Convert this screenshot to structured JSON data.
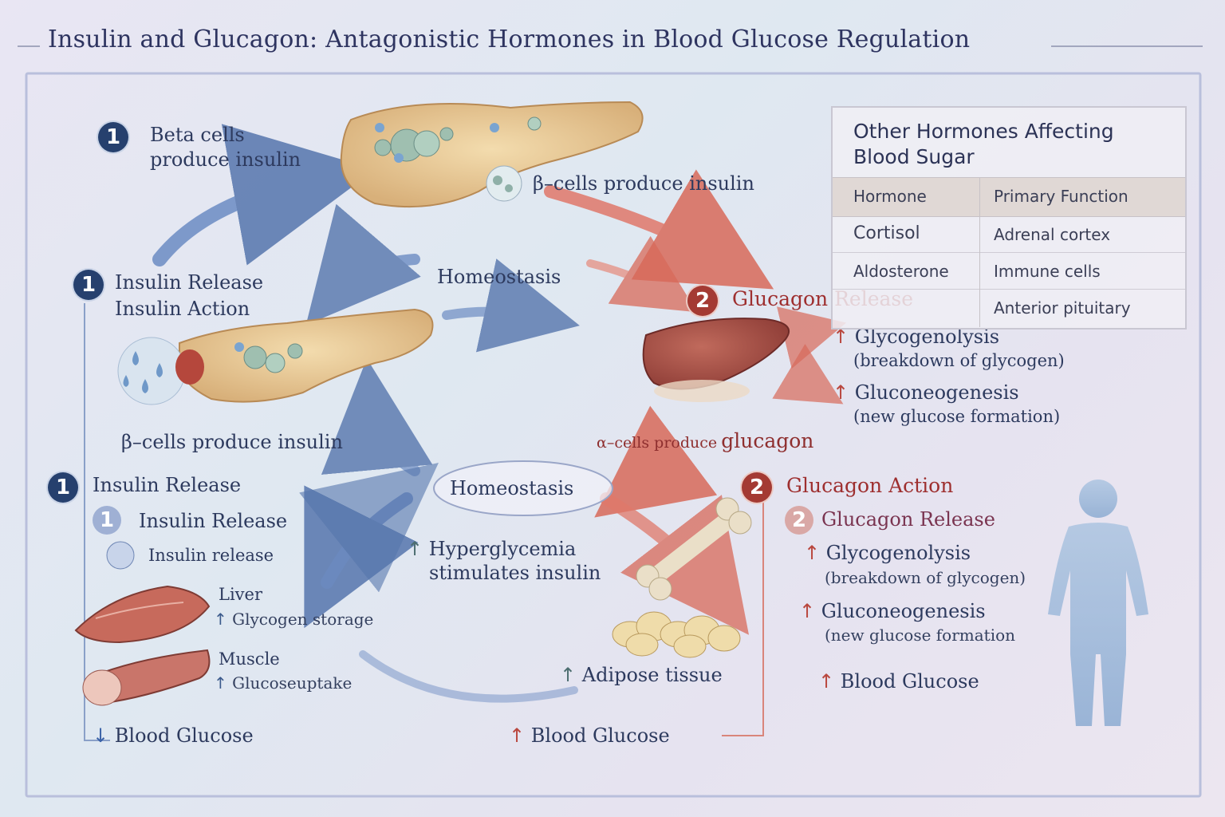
{
  "title": "Insulin and Glucagon: Antagonistic Hormones in Blood Glucose Regulation",
  "top_left": {
    "badge": "1",
    "line1": "Beta cells",
    "line2": "produce insulin"
  },
  "top_pancreas_label": "β–cells produce insulin",
  "homeostasis_top": "Homeostasis",
  "insulin_release_block": {
    "badge": "1",
    "line1": "Insulin Release",
    "line2": "Insulin Action"
  },
  "mid_pancreas_label": "β–cells produce insulin",
  "glucagon_release": {
    "badge": "2",
    "label": "Glucagon Release"
  },
  "liver_effects": [
    {
      "arrow": "↑",
      "name": "Glycogenolysis",
      "desc": "(breakdown of glycogen)"
    },
    {
      "arrow": "↑",
      "name": "Gluconeogenesis",
      "desc": "(new glucose formation)"
    }
  ],
  "alpha_cells_label": {
    "prefix": "α–cells produce",
    "word": "glucagon"
  },
  "homeostasis_center": "Homeostasis",
  "hyperglycemia": {
    "arrow": "↑",
    "line1": "Hyperglycemia",
    "line2": "stimulates insulin"
  },
  "left_panel": {
    "heading_badge": "1",
    "heading": "Insulin Release",
    "sub_badge": "1",
    "sub": "Insulin Release",
    "icon_item": "Insulin release",
    "liver_title": "Liver",
    "liver_effect": {
      "arrow": "↑",
      "text": "Glycogen storage"
    },
    "muscle_title": "Muscle",
    "muscle_effect": {
      "arrow": "↑",
      "text": "Glucoseuptake"
    },
    "blood": {
      "arrow": "↓",
      "text": "Blood Glucose"
    }
  },
  "adipose": {
    "arrow": "↑",
    "text": "Adipose tissue"
  },
  "bottom_blood": {
    "arrow": "↑",
    "text": "Blood Glucose"
  },
  "right_panel": {
    "heading_badge": "2",
    "heading": "Glucagon Action",
    "sub_badge": "2",
    "sub": "Glucagon Release",
    "items": [
      {
        "arrow": "↑",
        "name": "Glycogenolysis",
        "desc": "(breakdown of glycogen)"
      },
      {
        "arrow": "↑",
        "name": "Gluconeogenesis",
        "desc": "(new glucose formation"
      }
    ],
    "blood": {
      "arrow": "↑",
      "text": "Blood Glucose"
    }
  },
  "table": {
    "caption_line1": "Other Hormones Affecting",
    "caption_line2": "Blood Sugar",
    "headers": [
      "Hormone",
      "Primary Function"
    ],
    "rows": [
      [
        "Cortisol",
        "Adrenal cortex"
      ],
      [
        "Aldosterone",
        "Immune cells"
      ],
      [
        "",
        "Anterior pituitary"
      ]
    ]
  },
  "colors": {
    "insulin_blue": "#3d5c93",
    "glucagon_red": "#c9584b",
    "badge_navy": "#26406e",
    "badge_red": "#a43a33"
  }
}
